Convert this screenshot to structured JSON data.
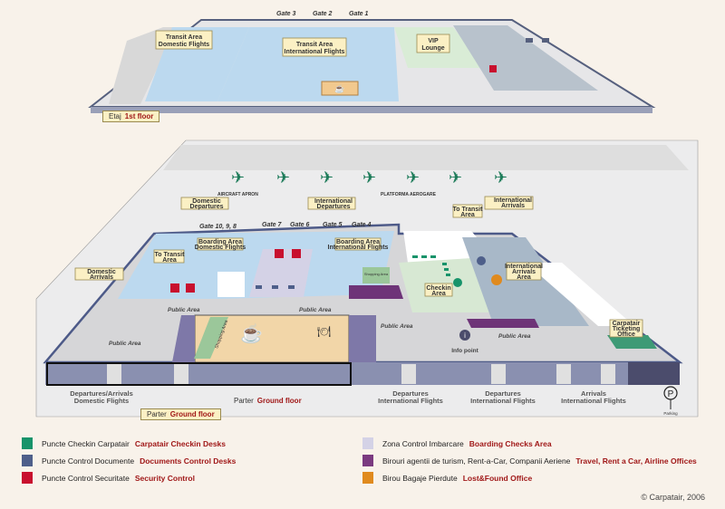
{
  "first_floor": {
    "label_ro": "Etaj",
    "label_en": "1st floor",
    "gates": [
      "Gate 3",
      "Gate 2",
      "Gate 1"
    ],
    "signs": {
      "transit_domestic": [
        "Transit Area",
        "Domestic Flights"
      ],
      "transit_international": [
        "Transit Area",
        "International Flights"
      ],
      "vip": [
        "VIP",
        "Lounge"
      ]
    }
  },
  "ground_floor": {
    "label_ro": "Parter",
    "label_en": "Ground floor",
    "apron_labels": [
      "AIRCRAFT APRON",
      "PLATFORMA AEROGARE"
    ],
    "gates": [
      "Gate 10, 9, 8",
      "Gate 7",
      "Gate 6",
      "Gate 5",
      "Gate 4"
    ],
    "signs": {
      "domestic_departures": [
        "Domestic",
        "Departures"
      ],
      "international_departures": [
        "International",
        "Departures"
      ],
      "domestic_arrivals": [
        "Domestic",
        "Arrivals"
      ],
      "to_transit_left": [
        "To Transit",
        "Area"
      ],
      "to_transit_right": [
        "To Transit",
        "Area"
      ],
      "international_arrivals": [
        "International",
        "Arrivals"
      ],
      "boarding_domestic": [
        "Boarding Area",
        "Domestic Flights"
      ],
      "boarding_international": [
        "Boarding Area",
        "International Flights"
      ],
      "checkin_area": [
        "Checkin",
        "Area"
      ],
      "international_arrivals_area": [
        "International",
        "Arrivals",
        "Area"
      ],
      "ticketing": [
        "Carpatair",
        "Ticketing",
        "Office"
      ]
    },
    "shopping_area": "Shopping Area",
    "shopping_area_2": "Shopping Area",
    "public_area": "Public Area",
    "info_point": "Info point",
    "parking": "Parking",
    "flows": [
      [
        "Departures/Arrivals",
        "Domestic Flights"
      ],
      [
        "Departures",
        "International Flights"
      ],
      [
        "Departures",
        "International Flights"
      ],
      [
        "Arrivals",
        "International Flights"
      ]
    ]
  },
  "legend": [
    {
      "ro": "Puncte Checkin Carpatair",
      "en": "Carpatair Checkin  Desks",
      "color": "#17936a"
    },
    {
      "ro": "Puncte Control Documente",
      "en": "Documents Control Desks",
      "color": "#4e5f8a"
    },
    {
      "ro": "Puncte Control Securitate",
      "en": "Security Control",
      "color": "#c8102e"
    },
    {
      "ro": "Zona Control Imbarcare",
      "en": "Boarding Checks Area",
      "color": "#d4d2e6"
    },
    {
      "ro": "Birouri agentii de turism, Rent-a-Car, Companii Aeriene",
      "en": "Travel,  Rent a Car, Airline Offices",
      "color": "#7a3a80"
    },
    {
      "ro": "Birou Bagaje Pierdute",
      "en": "Lost&Found Office",
      "color": "#e08a1e"
    }
  ],
  "copyright": "© Carpatair, 2006"
}
